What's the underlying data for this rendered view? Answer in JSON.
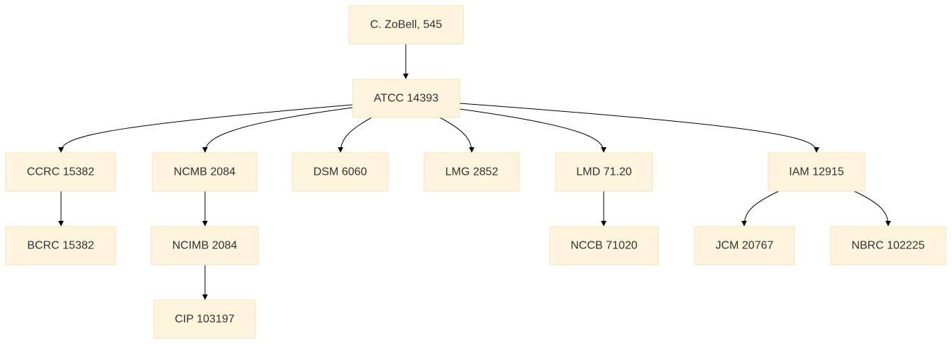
{
  "diagram": {
    "type": "flowchart-tree",
    "colors": {
      "node_fill": "#fff4dd",
      "node_border": "#f3e3b9",
      "text": "#333333",
      "edge": "#000000"
    },
    "nodes": [
      {
        "id": "zobell",
        "label": "C. ZoBell, 545"
      },
      {
        "id": "atcc",
        "label": "ATCC 14393"
      },
      {
        "id": "ccrc",
        "label": "CCRC 15382"
      },
      {
        "id": "ncmb",
        "label": "NCMB 2084"
      },
      {
        "id": "dsm",
        "label": "DSM 6060"
      },
      {
        "id": "lmg",
        "label": "LMG 2852"
      },
      {
        "id": "lmd",
        "label": "LMD 71.20"
      },
      {
        "id": "iam",
        "label": "IAM 12915"
      },
      {
        "id": "bcrc",
        "label": "BCRC 15382"
      },
      {
        "id": "ncimb",
        "label": "NCIMB 2084"
      },
      {
        "id": "nccb",
        "label": "NCCB 71020"
      },
      {
        "id": "jcm",
        "label": "JCM 20767"
      },
      {
        "id": "nbrc",
        "label": "NBRC 102225"
      },
      {
        "id": "cip",
        "label": "CIP 103197"
      }
    ],
    "edges": [
      {
        "from": "zobell",
        "to": "atcc"
      },
      {
        "from": "atcc",
        "to": "ccrc"
      },
      {
        "from": "atcc",
        "to": "ncmb"
      },
      {
        "from": "atcc",
        "to": "dsm"
      },
      {
        "from": "atcc",
        "to": "lmg"
      },
      {
        "from": "atcc",
        "to": "lmd"
      },
      {
        "from": "atcc",
        "to": "iam"
      },
      {
        "from": "ccrc",
        "to": "bcrc"
      },
      {
        "from": "ncmb",
        "to": "ncimb"
      },
      {
        "from": "ncimb",
        "to": "cip"
      },
      {
        "from": "lmd",
        "to": "nccb"
      },
      {
        "from": "iam",
        "to": "jcm"
      },
      {
        "from": "iam",
        "to": "nbrc"
      }
    ]
  }
}
